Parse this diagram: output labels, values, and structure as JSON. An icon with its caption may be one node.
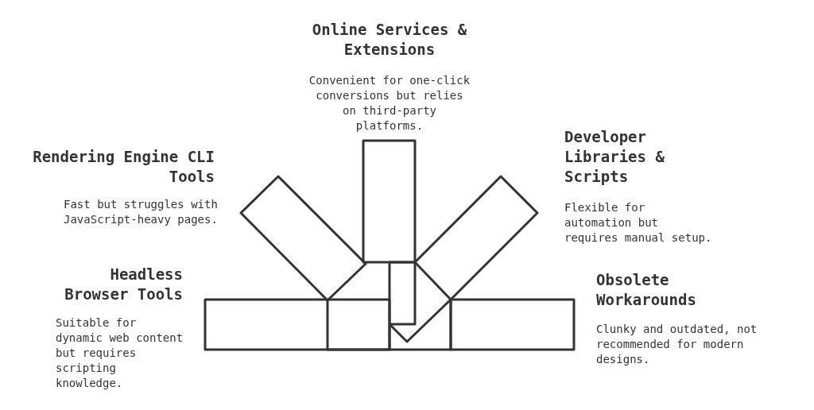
{
  "diagram": {
    "nodes": [
      {
        "text": [],
        "shape": "bar",
        "beside": [
          "Headless Browser Tools",
          "Suitable for dynamic web content but requires scripting knowledge."
        ]
      },
      {
        "text": [],
        "shape": "bar",
        "beside": [
          "Rendering Engine CLI Tools",
          "Fast but struggles with JavaScript-heavy pages."
        ]
      },
      {
        "text": [],
        "shape": "bar",
        "beside": [
          "Online Services & Extensions",
          "Convenient for one-click conversions but relies on third-party platforms."
        ]
      },
      {
        "text": [],
        "shape": "bar",
        "beside": [
          "Developer Libraries & Scripts",
          "Flexible for automation but requires manual setup."
        ]
      },
      {
        "text": [],
        "shape": "bar",
        "beside": [
          "Obsolete Workarounds",
          "Clunky and outdated, not recommended for modern designs."
        ]
      }
    ]
  }
}
